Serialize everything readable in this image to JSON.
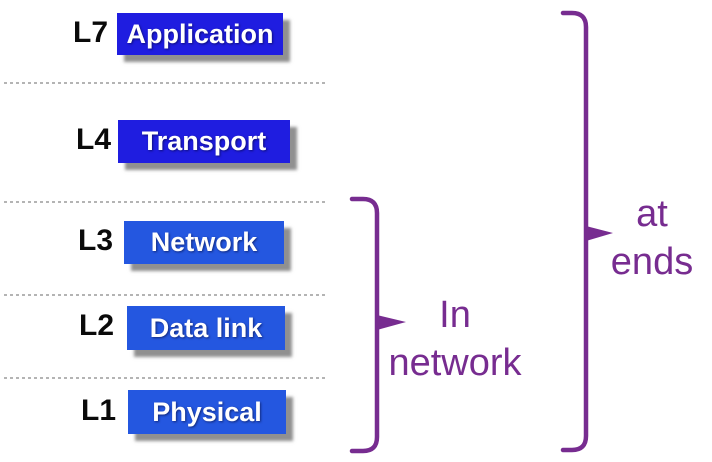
{
  "diagram": {
    "layers": [
      {
        "id": "L7",
        "label": "Application"
      },
      {
        "id": "L4",
        "label": "Transport"
      },
      {
        "id": "L3",
        "label": "Network"
      },
      {
        "id": "L2",
        "label": "Data link"
      },
      {
        "id": "L1",
        "label": "Physical"
      }
    ],
    "annotations": {
      "in_network": {
        "line1": "In",
        "line2": "network",
        "scope": "L3 to L1"
      },
      "at_ends": {
        "line1": "at",
        "line2": "ends",
        "scope": "L7 to L1"
      }
    },
    "colors": {
      "box_blue_dark": "#1f1de0",
      "box_blue_light": "#2457e0",
      "box_text": "#ffffff",
      "layer_id_text": "#0a0a0a",
      "brace_purple": "#772c90",
      "divider_gray": "#b4b4b4",
      "shadow_gray": "#7d7d7d",
      "background": "#ffffff"
    }
  }
}
